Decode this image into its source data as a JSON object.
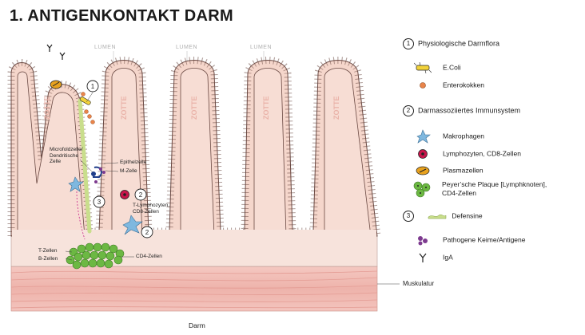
{
  "title": "1. ANTIGENKONTAKT DARM",
  "lumen_labels": [
    "LUMEN",
    "LUMEN",
    "LUMEN"
  ],
  "villus_label": "ZOTTE",
  "diagram_labels": {
    "microfold": [
      "Microfoldzelle/",
      "Dendritische",
      "Zelle"
    ],
    "epithel": "Epithelzelle",
    "mzelle": "M-Zelle",
    "tlymph": [
      "T-Lymphozyten,",
      "CD8-Zellen"
    ],
    "tzellen": "T-Zellen",
    "bzellen": "B-Zellen",
    "cd4": "CD4-Zellen",
    "muskulatur": "Muskulatur"
  },
  "markers": [
    "1",
    "2",
    "3"
  ],
  "bottom_label": "Darm",
  "legend": {
    "section1": {
      "num": "1",
      "title": "Physiologische Darmflora"
    },
    "ecoli": "E.Coli",
    "enterokokken": "Enterokokken",
    "section2": {
      "num": "2",
      "title": "Darmassoziiertes Immunsystem"
    },
    "makrophagen": "Makrophagen",
    "lymphozyten": "Lymphozyten, CD8-Zellen",
    "plasmazellen": "Plasmazellen",
    "peyer": [
      "Peyer’sche Plaque [Lymphknoten],",
      "CD4-Zellen"
    ],
    "section3": {
      "num": "3",
      "label": "Defensine"
    },
    "pathogene": "Pathogene Keime/Antigene",
    "iga": "IgA"
  },
  "colors": {
    "tissue": "#f7ddd4",
    "cell": "#f5d6cb",
    "cell_outline": "#6b4a44",
    "muscle": "#f1bdb6",
    "ecoli": "#f2d23a",
    "enterokokken": "#e9844a",
    "makrophage": "#7fb8df",
    "lymphozyt": "#c8154a",
    "plasmazelle": "#e8a21f",
    "peyer": "#6cb843",
    "defensin": "#c9de8c",
    "pathogen": "#7d3a8f"
  }
}
